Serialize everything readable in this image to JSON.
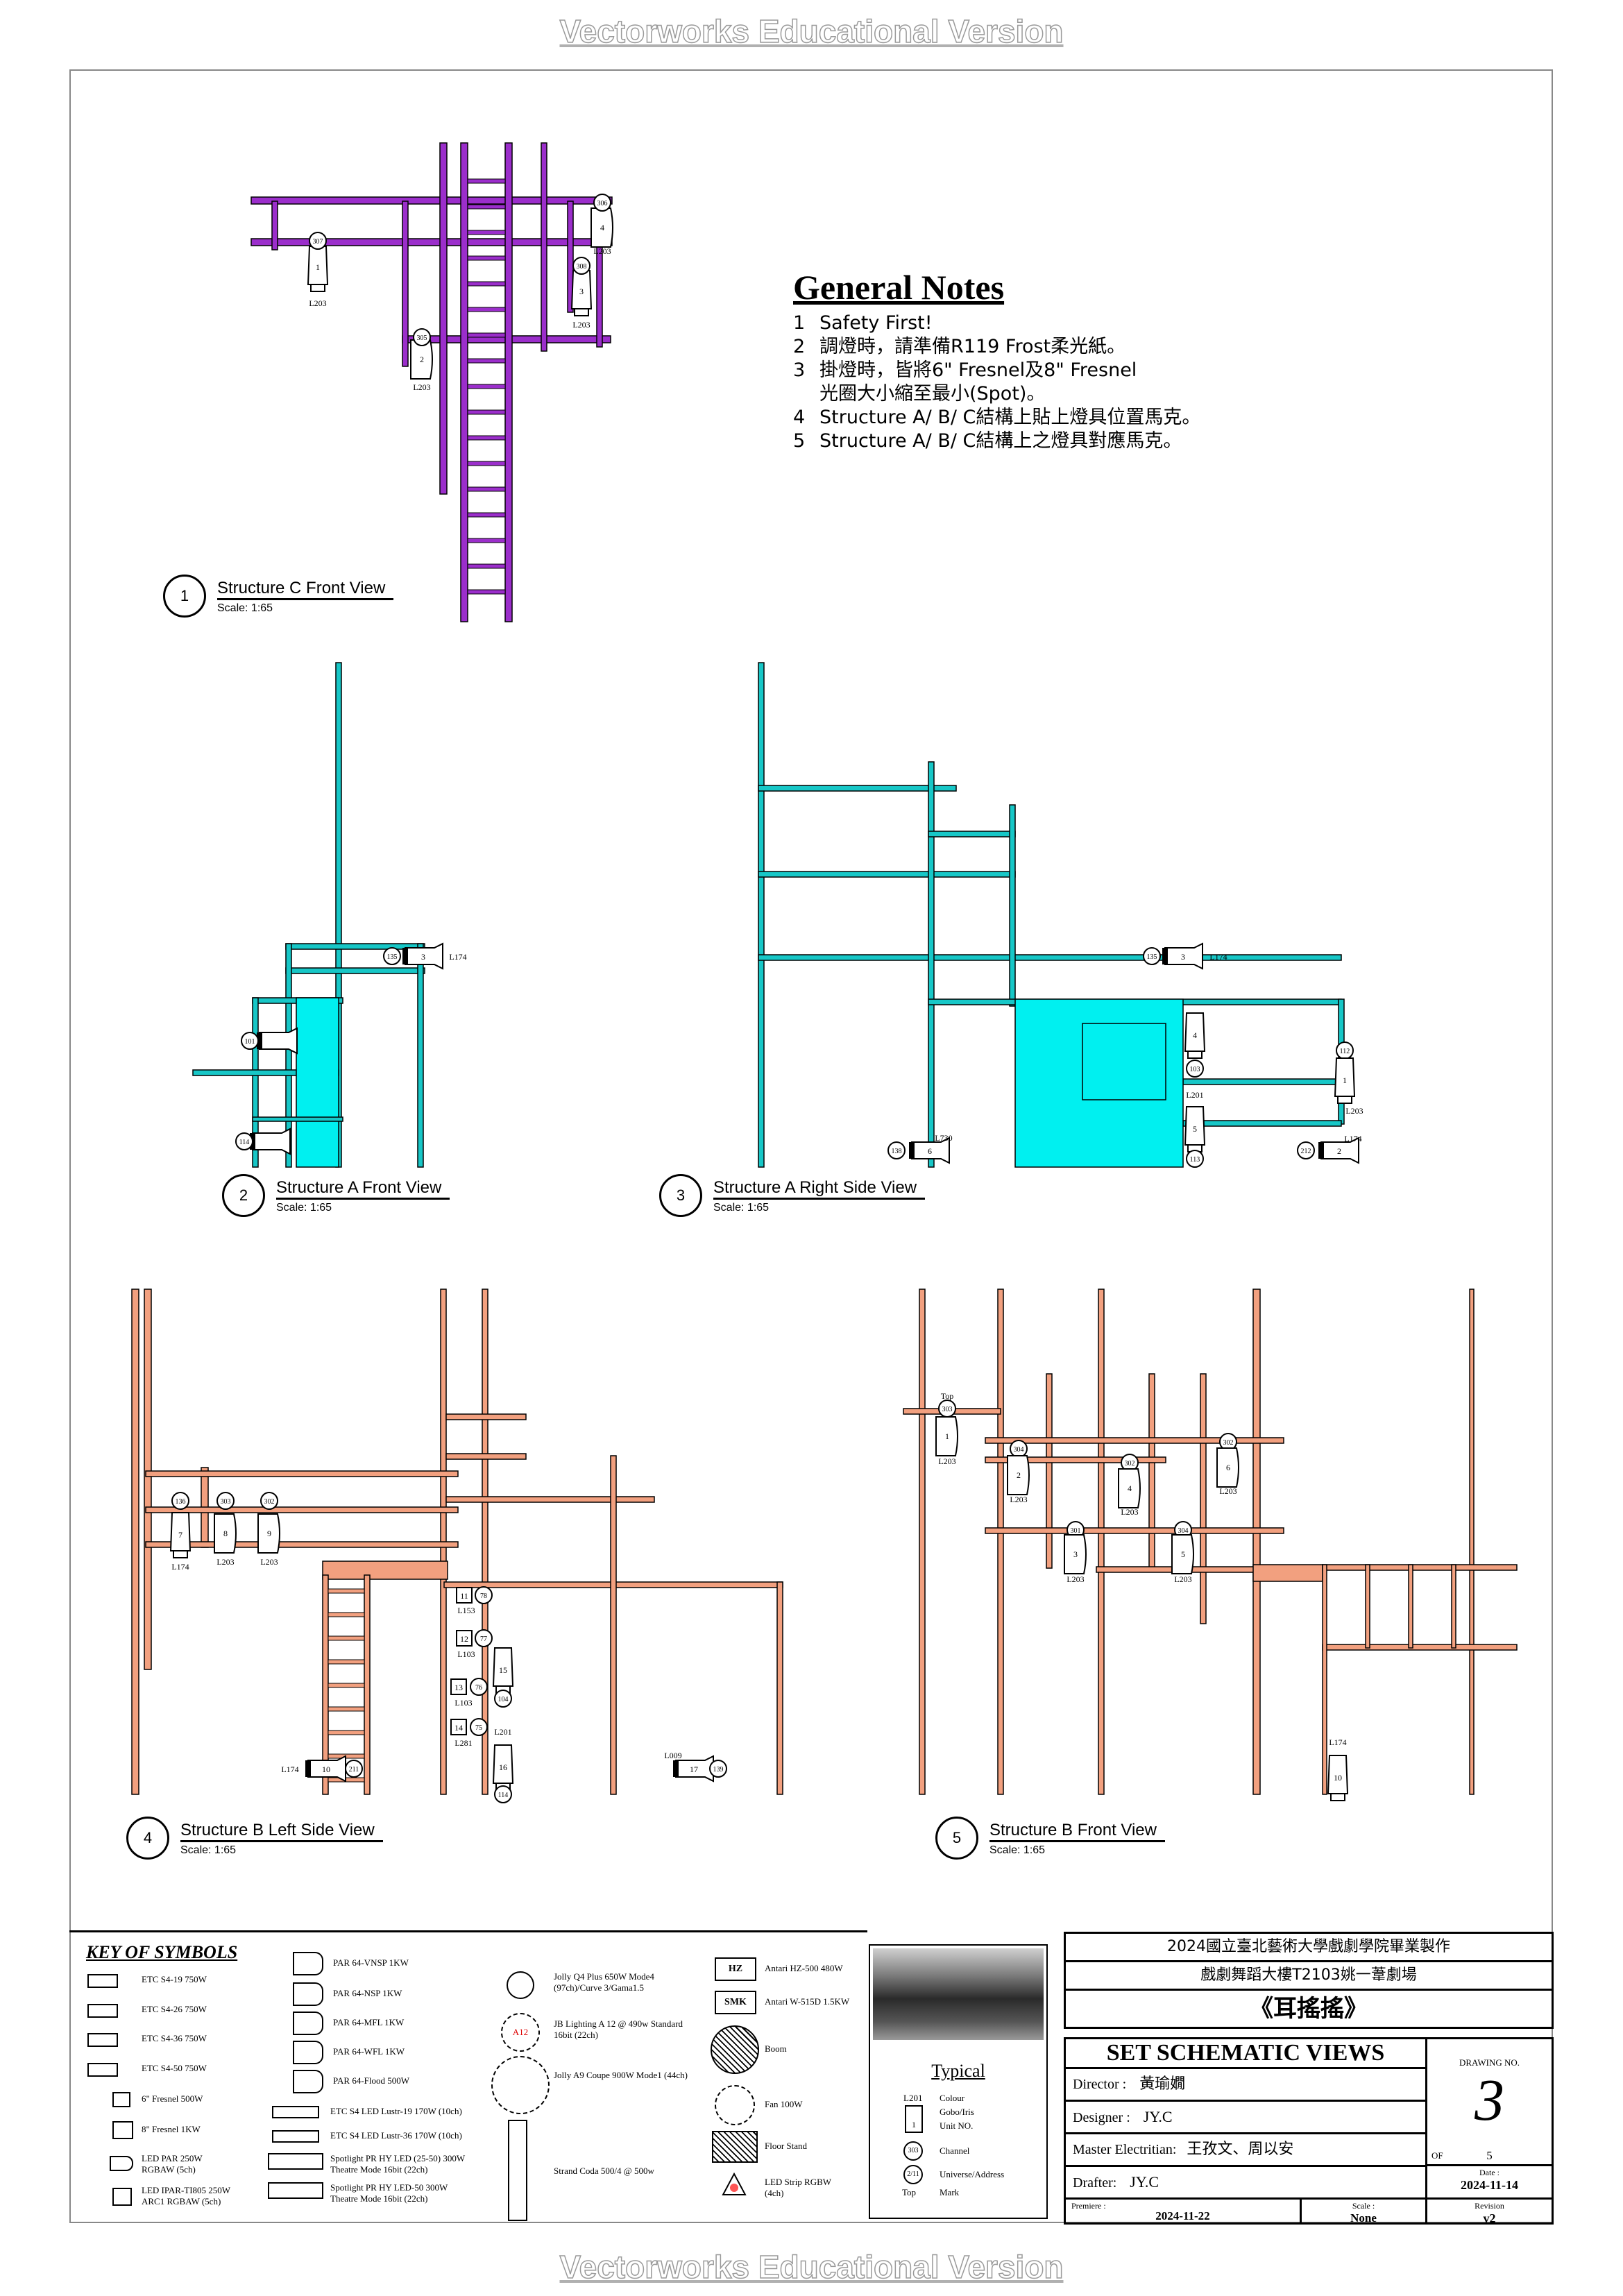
{
  "watermark": "Vectorworks Educational Version",
  "notes": {
    "title": "General Notes",
    "items": [
      {
        "n": "1",
        "text": "Safety First!"
      },
      {
        "n": "2",
        "text": "調燈時，請準備R119 Frost柔光紙。"
      },
      {
        "n": "3",
        "text": "掛燈時，皆將6\" Fresnel及8\" Fresnel",
        "sub": "光圈大小縮至最小(Spot)。"
      },
      {
        "n": "4",
        "text": "Structure A/ B/ C結構上貼上燈具位置馬克。"
      },
      {
        "n": "5",
        "text": "Structure A/ B/ C結構上之燈具對應馬克。"
      }
    ]
  },
  "views": [
    {
      "num": "1",
      "title": "Structure C Front View",
      "scale": "Scale: 1:65"
    },
    {
      "num": "2",
      "title": "Structure A Front View",
      "scale": "Scale: 1:65"
    },
    {
      "num": "3",
      "title": "Structure A Right Side View",
      "scale": "Scale: 1:65"
    },
    {
      "num": "4",
      "title": "Structure B Left Side View",
      "scale": "Scale: 1:65"
    },
    {
      "num": "5",
      "title": "Structure B Front View",
      "scale": "Scale: 1:65"
    }
  ],
  "colors": {
    "structure_c": "#9b2ecb",
    "structure_a": "#17c7c7",
    "structure_b": "#f2a07f"
  },
  "fixture_labels": {
    "c": [
      {
        "ch": "307",
        "unit": "1",
        "color": "L203"
      },
      {
        "ch": "305",
        "unit": "2",
        "color": "L203"
      },
      {
        "ch": "308",
        "unit": "3",
        "color": "L203"
      },
      {
        "ch": "306",
        "unit": "4",
        "color": "L203"
      }
    ],
    "a_front": [
      {
        "ch": "135",
        "unit": "3",
        "color": "L174"
      },
      {
        "ch": "101",
        "unit": ""
      },
      {
        "ch": "114",
        "unit": ""
      }
    ],
    "a_side": [
      {
        "ch": "135",
        "unit": "3",
        "color": "L174"
      },
      {
        "ch": "103",
        "unit": "4"
      },
      {
        "ch": "113",
        "unit": "5",
        "color": "L201"
      },
      {
        "ch": "112",
        "unit": "1",
        "color": "L203"
      },
      {
        "ch": "212",
        "unit": "2",
        "color": "L174"
      },
      {
        "ch": "138",
        "unit": "6",
        "color": "L730"
      }
    ],
    "b_left": [
      {
        "ch": "136",
        "unit": "7",
        "color": "L174"
      },
      {
        "ch": "303",
        "unit": "8",
        "color": "L203"
      },
      {
        "ch": "302",
        "unit": "9",
        "color": "L203"
      },
      {
        "ch": "78",
        "unit": "11",
        "color": "L153"
      },
      {
        "ch": "77",
        "unit": "12",
        "color": "L103"
      },
      {
        "ch": "76",
        "unit": "13",
        "color": "L103"
      },
      {
        "ch": "75",
        "unit": "14",
        "color": "L281"
      },
      {
        "ch": "104",
        "unit": "15"
      },
      {
        "ch": "114",
        "unit": "16",
        "color": "L201"
      },
      {
        "ch": "211",
        "unit": "10",
        "color": "L174"
      },
      {
        "ch": "139",
        "unit": "17",
        "color": "L009"
      }
    ],
    "b_front": [
      {
        "ch": "303",
        "unit": "1",
        "color": "L203",
        "extra": "Top"
      },
      {
        "ch": "304",
        "unit": "2",
        "color": "L203"
      },
      {
        "ch": "301",
        "unit": "3",
        "color": "L203"
      },
      {
        "ch": "302",
        "unit": "4",
        "color": "L203"
      },
      {
        "ch": "304",
        "unit": "5",
        "color": "L203"
      },
      {
        "ch": "302",
        "unit": "6",
        "color": "L203"
      },
      {
        "ch": "",
        "unit": "10",
        "color": "L174"
      }
    ]
  },
  "key": {
    "title": "KEY OF SYMBOLS",
    "col1": [
      "ETC S4-19 750W",
      "ETC S4-26 750W",
      "ETC S4-36 750W",
      "ETC S4-50 750W",
      "6\" Fresnel 500W",
      "8\" Fresnel 1KW",
      "LED PAR 250W RGBAW (5ch)",
      "LED IPAR-TI805 250W ARC1 RGBAW (5ch)"
    ],
    "col2": [
      "PAR 64-VNSP 1KW",
      "PAR 64-NSP 1KW",
      "PAR 64-MFL 1KW",
      "PAR 64-WFL 1KW",
      "PAR 64-Flood 500W",
      "ETC S4 LED Lustr-19 170W (10ch)",
      "ETC S4 LED Lustr-36 170W (10ch)",
      "Spotlight PR HY LED (25-50) 300W Theatre Mode 16bit (22ch)",
      "Spotlight PR HY LED-50 300W Theatre Mode 16bit (22ch)"
    ],
    "col3": [
      "Jolly Q4 Plus 650W Mode4 (97ch)/Curve 3/Gama1.5",
      "JB Lighting A 12 @ 490w Standard 16bit (22ch)",
      "Jolly A9 Coupe 900W Mode1 (44ch)",
      "Strand Coda 500/4 @ 500w"
    ],
    "col3_badge": "A12",
    "col4": [
      "Antari HZ-500 480W",
      "Antari W-515D 1.5KW",
      "Boom",
      "Fan 100W",
      "Floor Stand",
      "LED Strip RGBW (4ch)"
    ],
    "hz": "HZ",
    "smk": "SMK"
  },
  "typical": {
    "title": "Typical",
    "labels": [
      "Colour",
      "Gobo/Iris",
      "Unit NO.",
      "Channel",
      "Universe/Address",
      "Mark"
    ],
    "sample_color": "L201",
    "sample_unit": "1",
    "sample_ch": "303",
    "sample_addr": "2/11",
    "top": "Top"
  },
  "title_block": {
    "line1": "2024國立臺北藝術大學戲劇學院畢業製作",
    "line2": "戲劇舞蹈大樓T2103姚一葦劇場",
    "line3": "《耳搖搖》",
    "sheet_title": "SET SCHEMATIC VIEWS",
    "director_label": "Director :",
    "director": "黃瑜嫺",
    "designer_label": "Designer :",
    "designer": "JY.C",
    "me_label": "Master Electritian:",
    "me": "王孜文、周以安",
    "drafter_label": "Drafter:",
    "drafter": "JY.C",
    "premiere_label": "Premiere :",
    "premiere": "2024-11-22",
    "scale_label": "Scale :",
    "scale": "None",
    "revision_label": "Revision",
    "revision": "v2",
    "drawing_no_label": "DRAWING NO.",
    "drawing_no": "3",
    "of_label": "OF",
    "of": "5",
    "date_label": "Date :",
    "date": "2024-11-14"
  }
}
